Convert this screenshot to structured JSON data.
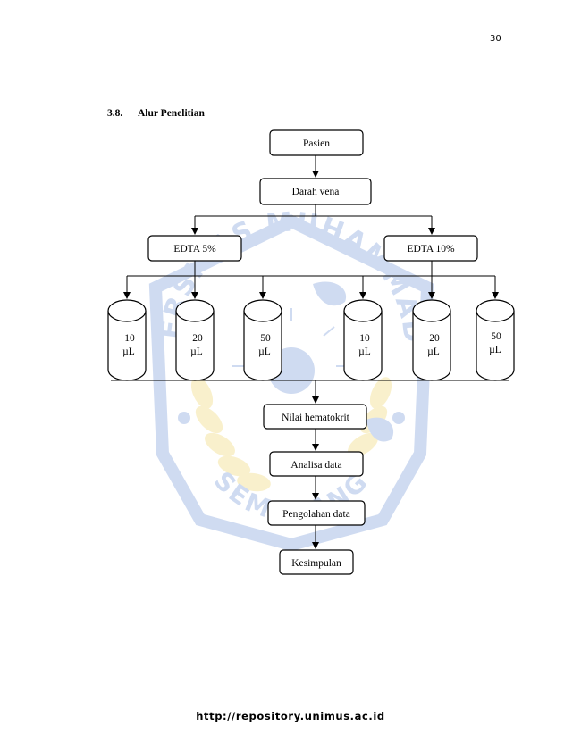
{
  "page": {
    "number": "30"
  },
  "section": {
    "number": "3.8.",
    "title": "Alur Penelitian"
  },
  "flowchart": {
    "patient": "Pasien",
    "blood": "Darah vena",
    "edta_left": "EDTA 5%",
    "edta_right": "EDTA 10%",
    "tubes": [
      {
        "amount": "10",
        "unit": "µL"
      },
      {
        "amount": "20",
        "unit": "µL"
      },
      {
        "amount": "50",
        "unit": "µL"
      },
      {
        "amount": "10",
        "unit": "µL"
      },
      {
        "amount": "20",
        "unit": "µL"
      },
      {
        "amount": "50",
        "unit": "µL"
      }
    ],
    "hematocrit": "Nilai hematokrit",
    "analysis": "Analisa data",
    "processing": "Pengolahan data",
    "conclusion": "Kesimpulan"
  },
  "watermark": {
    "top_text": "UNIVERSITAS MUHAMMADIYAH",
    "bottom_text": "SEMARANG",
    "colors": {
      "blue": "#8aa7dd",
      "yellow": "#f1dc82"
    }
  },
  "footer": {
    "url": "http://repository.unimus.ac.id"
  }
}
